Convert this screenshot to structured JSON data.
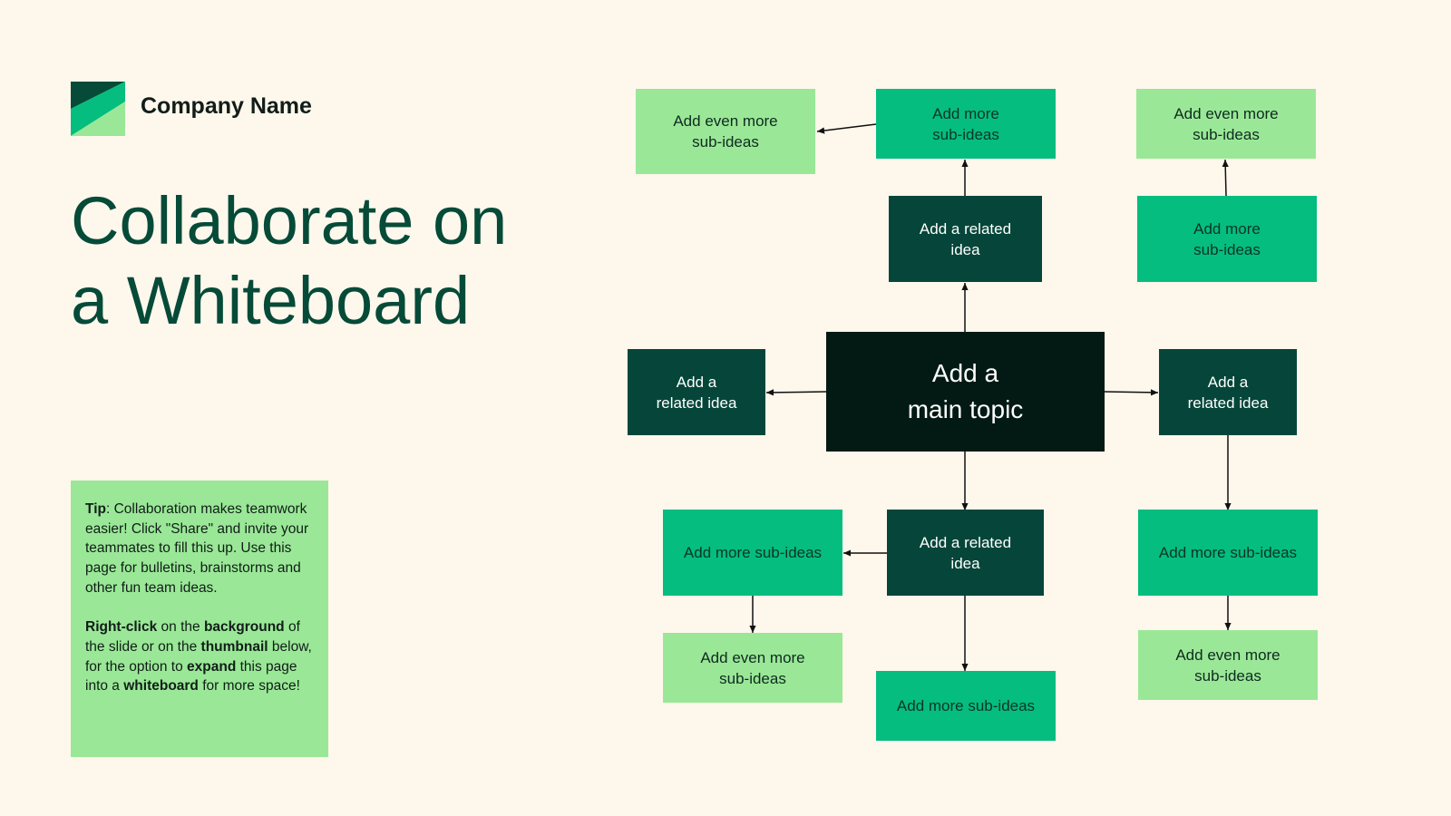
{
  "header": {
    "company_name": "Company Name",
    "logo": {
      "icon": "company-logo-icon",
      "colors": [
        "#064a38",
        "#05bd7f",
        "#9ae897"
      ]
    }
  },
  "title": {
    "line1": "Collaborate on",
    "line2": "a Whiteboard"
  },
  "tip": {
    "p1": [
      {
        "text": "Tip",
        "bold": true
      },
      {
        "text": ": Collaboration makes teamwork easier! Click \"Share\" and invite your teammates to fill this up. Use this page for bulletins, brainstorms and other fun team ideas.",
        "bold": false
      }
    ],
    "p2": [
      {
        "text": "Right-click",
        "bold": true
      },
      {
        "text": " on the ",
        "bold": false
      },
      {
        "text": "background",
        "bold": true
      },
      {
        "text": " of the slide or on the ",
        "bold": false
      },
      {
        "text": "thumbnail",
        "bold": true
      },
      {
        "text": " below, for the option to ",
        "bold": false
      },
      {
        "text": "expand",
        "bold": true
      },
      {
        "text": " this page into a ",
        "bold": false
      },
      {
        "text": "whiteboard",
        "bold": true
      },
      {
        "text": " for more space!",
        "bold": false
      }
    ]
  },
  "mindmap": {
    "colors": {
      "main": "#021a13",
      "related": "#06463a",
      "sub": "#05bd7f",
      "even": "#9ae897",
      "connector": "#111111"
    },
    "nodes": {
      "main": "Add a\nmain topic",
      "top_related": "Add a related\nidea",
      "top_sub": "Add more\nsub-ideas",
      "top_even": "Add even more\nsub-ideas",
      "left_related": "Add a\nrelated idea",
      "right_related": "Add a\nrelated idea",
      "topright_sub": "Add more\nsub-ideas",
      "topright_even": "Add even more\nsub-ideas",
      "bottom_related": "Add a related\nidea",
      "bottomleft_sub": "Add more sub-ideas",
      "bottomleft_even": "Add even more\nsub-ideas",
      "bottom_sub": "Add more sub-ideas",
      "right_sub": "Add more sub-ideas",
      "right_even": "Add even more\nsub-ideas"
    }
  }
}
